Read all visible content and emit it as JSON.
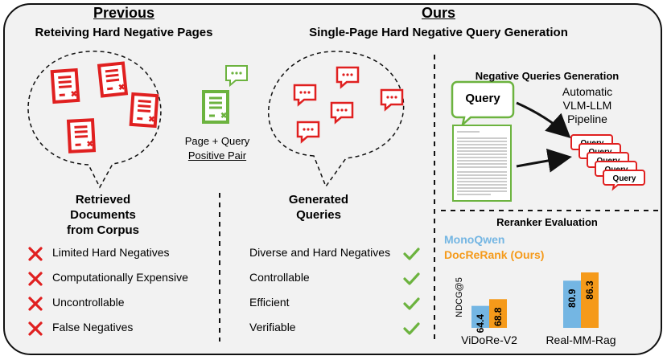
{
  "previous": {
    "heading": "Previous",
    "subheading": "Reteiving Hard Negative Pages",
    "bubble_caption": [
      "Retrieved",
      "Documents",
      "from Corpus"
    ],
    "limitations": [
      {
        "icon": "cross-icon",
        "label": "Limited Hard Negatives"
      },
      {
        "icon": "cross-icon",
        "label": "Computationally  Expensive"
      },
      {
        "icon": "cross-icon",
        "label": "Uncontrollable"
      },
      {
        "icon": "cross-icon",
        "label": "False Negatives"
      }
    ]
  },
  "positive_pair": {
    "label_line1": "Page + Query",
    "label_line2": "Positive Pair"
  },
  "ours": {
    "heading": "Ours",
    "subheading": "Single-Page Hard Negative Query Generation",
    "bubble_caption": [
      "Generated",
      "Queries"
    ],
    "benefits": [
      {
        "icon": "check-icon",
        "label": "Diverse and Hard Negatives"
      },
      {
        "icon": "check-icon",
        "label": "Controllable"
      },
      {
        "icon": "check-icon",
        "label": "Efficient"
      },
      {
        "icon": "check-icon",
        "label": "Verifiable"
      }
    ]
  },
  "negative_generation": {
    "title": "Negative Queries Generation",
    "query_label": "Query",
    "pipeline": [
      "Automatic",
      "VLM-LLM",
      "Pipeline"
    ],
    "stacked_queries": [
      "Query",
      "Query",
      "Query",
      "Query",
      "Query"
    ]
  },
  "reranker": {
    "title": "Reranker Evaluation",
    "legend": [
      {
        "name": "MonoQwen",
        "color": "#74b6e3"
      },
      {
        "name": "DocReRank (Ours)",
        "color": "#f59a1a"
      }
    ]
  },
  "colors": {
    "red": "#e02020",
    "green": "#6cb33f",
    "blue_bar": "#74b6e3",
    "orange_bar": "#f59a1a"
  },
  "chart_data": {
    "type": "bar",
    "ylabel": "NDCG@5",
    "categories": [
      "ViDoRe-V2",
      "Real-MM-Rag"
    ],
    "series": [
      {
        "name": "MonoQwen",
        "values": [
          64.4,
          80.9
        ]
      },
      {
        "name": "DocReRank (Ours)",
        "values": [
          68.8,
          86.3
        ]
      }
    ],
    "ylim": [
      50,
      90
    ],
    "data_labels": true,
    "legend": "top-left"
  }
}
